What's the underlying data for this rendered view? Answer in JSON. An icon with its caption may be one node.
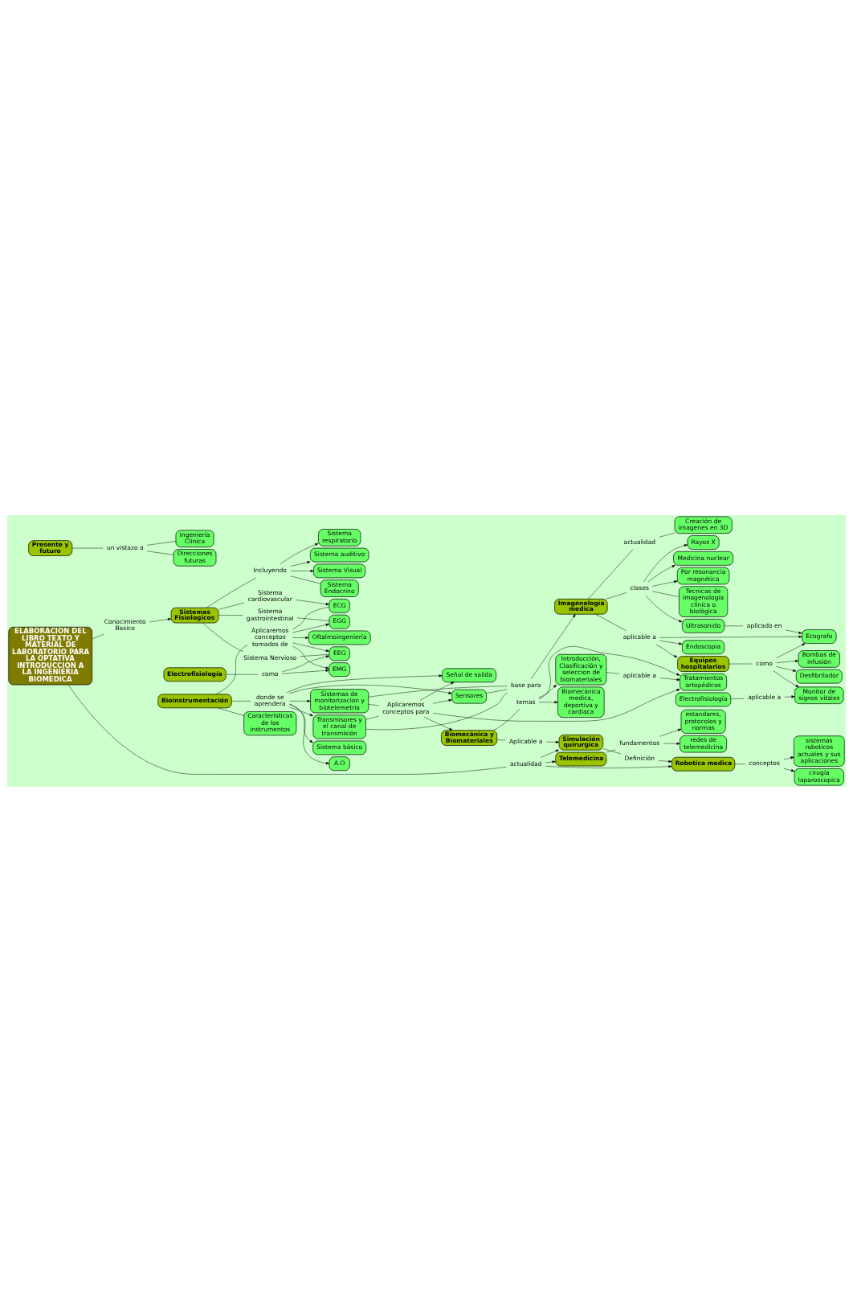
{
  "diagram": {
    "nodes": [
      {
        "text": [
          "ELABORACION DEL LIBRO TEXTO Y MATERIAL DE LABORATORIO PARA LA OPTATIVA INTRODUCCION A LA INGENIERIA BIOMEDICA"
        ]
      },
      {
        "text": [
          "Conocimiento Basico"
        ]
      },
      {
        "text": [
          "Sistemas Fisiologicos"
        ]
      },
      {
        "text": [
          "Sistema Nervioso"
        ]
      },
      {
        "text": [
          "Sistema gastrointestinal"
        ]
      },
      {
        "text": [
          "Sistema cardiovascular"
        ]
      },
      {
        "text": [
          "EEG"
        ]
      },
      {
        "text": [
          "EGG"
        ]
      },
      {
        "text": [
          "ECG"
        ]
      },
      {
        "text": [
          "Incluyendo"
        ]
      },
      {
        "text": [
          "Sistema respiratorio"
        ]
      },
      {
        "text": [
          "Sistema auditivo"
        ]
      },
      {
        "text": [
          "Sistema Visual"
        ]
      },
      {
        "text": [
          "Sistema Endocrino"
        ]
      },
      {
        "text": [
          "Electrofisiología"
        ]
      },
      {
        "text": [
          "como"
        ]
      },
      {
        "text": [
          "EMG"
        ]
      },
      {
        "text": [
          "Aplicaremos conceptos tomados de"
        ]
      },
      {
        "text": [
          "Oftalmoingeniería"
        ]
      },
      {
        "text": [
          "Bioinstrumentación"
        ]
      },
      {
        "text": [
          "donde se aprendera"
        ]
      },
      {
        "text": [
          "Sistema básico"
        ]
      },
      {
        "text": [
          "A.O"
        ]
      },
      {
        "text": [
          "Señal de salida"
        ]
      },
      {
        "text": [
          "Transmisores y el canal de transmisión"
        ]
      },
      {
        "text": [
          "Sensores"
        ]
      },
      {
        "text": [
          "Sistemas de monitorizacion y biotelemetría"
        ]
      },
      {
        "text": [
          "Características de los instrumentos"
        ]
      },
      {
        "text": [
          "Aplicaremos conceptos para"
        ]
      },
      {
        "text": [
          "Biomecánica y Biomateriales"
        ]
      },
      {
        "text": [
          "temas"
        ]
      },
      {
        "text": [
          "Introducción, Clasificación y seleccion de biomateriales"
        ]
      },
      {
        "text": [
          "Biomecánica medica, deportiva y cardiaca"
        ]
      },
      {
        "text": [
          "Tratamientos ortopédicos"
        ]
      },
      {
        "text": [
          "aplicable a"
        ]
      },
      {
        "text": [
          "Aplicable a"
        ]
      },
      {
        "text": [
          "base para"
        ]
      },
      {
        "text": [
          "Imagenología medica"
        ]
      },
      {
        "text": [
          "actualidad"
        ]
      },
      {
        "text": [
          "Creación de imagenes en 3D"
        ]
      },
      {
        "text": [
          "clases"
        ]
      },
      {
        "text": [
          "Tecnicas de imagenología clínica o biológica"
        ]
      },
      {
        "text": [
          "Ultrasonido"
        ]
      },
      {
        "text": [
          "Rayos X"
        ]
      },
      {
        "text": [
          "Medicina nuclear"
        ]
      },
      {
        "text": [
          "Por resonancia magnética"
        ]
      },
      {
        "text": [
          "aplicable a"
        ]
      },
      {
        "text": [
          "Endoscopia"
        ]
      },
      {
        "text": [
          "Ecografo"
        ]
      },
      {
        "text": [
          "Equipos hospitalarios"
        ]
      },
      {
        "text": [
          "como"
        ]
      },
      {
        "text": [
          "Bombas de infusión"
        ]
      },
      {
        "text": [
          "Desfibrilador"
        ]
      },
      {
        "text": [
          "Monitor de signos vitales"
        ]
      },
      {
        "text": [
          "Electrofisiología"
        ]
      },
      {
        "text": [
          "aplicable a"
        ]
      },
      {
        "text": [
          "aplicado en"
        ]
      },
      {
        "text": [
          "Simulación quirurgica"
        ]
      },
      {
        "text": [
          "Definición"
        ]
      },
      {
        "text": [
          "Robotica medica"
        ]
      },
      {
        "text": [
          "conceptos"
        ]
      },
      {
        "text": [
          "sistemas roboticos actuales y sus aplicaciones"
        ]
      },
      {
        "text": [
          "cirugia laparoscopica"
        ]
      },
      {
        "text": [
          "actualidad"
        ]
      },
      {
        "text": [
          "Telemedicina"
        ]
      },
      {
        "text": [
          "fundamentos"
        ]
      },
      {
        "text": [
          "estandares, protocolos y normas"
        ]
      },
      {
        "text": [
          "redes de telemedicina"
        ]
      },
      {
        "text": [
          "Presente y futuro"
        ]
      },
      {
        "text": [
          "un vistazo a"
        ]
      },
      {
        "text": [
          "Ingeniería Clínica"
        ]
      },
      {
        "text": [
          "Direcciones futuras"
        ]
      }
    ],
    "edges": [
      {
        "from": 0,
        "to": 1,
        "arrow": "none"
      },
      {
        "from": 1,
        "to": 2,
        "arrow": "to"
      },
      {
        "from": 2,
        "to": 3,
        "arrow": "none"
      },
      {
        "from": 3,
        "to": 6,
        "arrow": "none"
      },
      {
        "from": 2,
        "to": 4,
        "arrow": "none"
      },
      {
        "from": 4,
        "to": 7,
        "arrow": "none"
      },
      {
        "from": 2,
        "to": 5,
        "arrow": "none"
      },
      {
        "from": 5,
        "to": 8,
        "arrow": "to"
      },
      {
        "from": 2,
        "to": 9,
        "arrow": "none"
      },
      {
        "from": 9,
        "to": 10,
        "arrow": "to"
      },
      {
        "from": 9,
        "to": 11,
        "arrow": "to"
      },
      {
        "from": 9,
        "to": 12,
        "arrow": "to"
      },
      {
        "from": 9,
        "to": 13,
        "arrow": "none"
      },
      {
        "from": 14,
        "to": 15,
        "arrow": "none"
      },
      {
        "from": 15,
        "to": 16,
        "arrow": "to"
      },
      {
        "from": 15,
        "to": 6,
        "arrow": "to"
      },
      {
        "from": 19,
        "to": 17,
        "arrow": "none"
      },
      {
        "from": 17,
        "to": 16,
        "arrow": "to"
      },
      {
        "from": 17,
        "to": 6,
        "arrow": "to"
      },
      {
        "from": 17,
        "to": 7,
        "arrow": "to"
      },
      {
        "from": 17,
        "to": 8,
        "arrow": "none"
      },
      {
        "from": 17,
        "to": 18,
        "arrow": "to"
      },
      {
        "from": 19,
        "to": 20,
        "arrow": "none"
      },
      {
        "from": 20,
        "to": 21,
        "arrow": "to"
      },
      {
        "from": 20,
        "to": 22,
        "arrow": "to"
      },
      {
        "from": 20,
        "to": 23,
        "arrow": "to"
      },
      {
        "from": 20,
        "to": 24,
        "arrow": "to"
      },
      {
        "from": 20,
        "to": 25,
        "arrow": "to"
      },
      {
        "from": 20,
        "to": 26,
        "arrow": "to"
      },
      {
        "from": 19,
        "to": 27,
        "arrow": "none"
      },
      {
        "from": 24,
        "to": 28,
        "arrow": "none"
      },
      {
        "from": 26,
        "to": 28,
        "arrow": "none"
      },
      {
        "from": 28,
        "to": 25,
        "arrow": "to"
      },
      {
        "from": 28,
        "to": 23,
        "arrow": "to"
      },
      {
        "from": 28,
        "to": 33,
        "arrow": "to"
      },
      {
        "from": 28,
        "to": 29,
        "arrow": "to"
      },
      {
        "from": 29,
        "to": 30,
        "arrow": "none"
      },
      {
        "from": 30,
        "to": 31,
        "arrow": "to"
      },
      {
        "from": 30,
        "to": 32,
        "arrow": "to"
      },
      {
        "from": 30,
        "to": 33,
        "arrow": "to"
      },
      {
        "from": 31,
        "to": 34,
        "arrow": "none"
      },
      {
        "from": 34,
        "to": 33,
        "arrow": "to"
      },
      {
        "from": 29,
        "to": 35,
        "arrow": "none"
      },
      {
        "from": 35,
        "to": 57,
        "arrow": "to"
      },
      {
        "from": 26,
        "to": 36,
        "arrow": "none"
      },
      {
        "from": 25,
        "to": 36,
        "arrow": "none"
      },
      {
        "from": 24,
        "to": 36,
        "arrow": "none"
      },
      {
        "from": 36,
        "to": 37,
        "arrow": "to"
      },
      {
        "from": 37,
        "to": 38,
        "arrow": "none"
      },
      {
        "from": 38,
        "to": 39,
        "arrow": "none"
      },
      {
        "from": 37,
        "to": 40,
        "arrow": "none"
      },
      {
        "from": 40,
        "to": 41,
        "arrow": "none"
      },
      {
        "from": 40,
        "to": 42,
        "arrow": "to"
      },
      {
        "from": 40,
        "to": 43,
        "arrow": "to"
      },
      {
        "from": 40,
        "to": 44,
        "arrow": "to"
      },
      {
        "from": 40,
        "to": 45,
        "arrow": "to"
      },
      {
        "from": 37,
        "to": 46,
        "arrow": "none"
      },
      {
        "from": 46,
        "to": 47,
        "arrow": "to"
      },
      {
        "from": 46,
        "to": 48,
        "arrow": "to"
      },
      {
        "from": 46,
        "to": 49,
        "arrow": "to"
      },
      {
        "from": 49,
        "to": 50,
        "arrow": "none"
      },
      {
        "from": 50,
        "to": 48,
        "arrow": "to"
      },
      {
        "from": 50,
        "to": 51,
        "arrow": "to"
      },
      {
        "from": 50,
        "to": 52,
        "arrow": "to"
      },
      {
        "from": 50,
        "to": 53,
        "arrow": "to"
      },
      {
        "from": 54,
        "to": 55,
        "arrow": "none"
      },
      {
        "from": 55,
        "to": 53,
        "arrow": "to"
      },
      {
        "from": 42,
        "to": 56,
        "arrow": "none"
      },
      {
        "from": 56,
        "to": 48,
        "arrow": "to"
      },
      {
        "from": 0,
        "to": 63,
        "arrow": "none"
      },
      {
        "from": 63,
        "to": 57,
        "arrow": "to"
      },
      {
        "from": 63,
        "to": 59,
        "arrow": "to"
      },
      {
        "from": 63,
        "to": 64,
        "arrow": "to"
      },
      {
        "from": 57,
        "to": 58,
        "arrow": "none"
      },
      {
        "from": 58,
        "to": 59,
        "arrow": "to"
      },
      {
        "from": 59,
        "to": 60,
        "arrow": "none"
      },
      {
        "from": 60,
        "to": 61,
        "arrow": "to"
      },
      {
        "from": 60,
        "to": 62,
        "arrow": "to"
      },
      {
        "from": 64,
        "to": 65,
        "arrow": "none"
      },
      {
        "from": 65,
        "to": 66,
        "arrow": "to"
      },
      {
        "from": 65,
        "to": 67,
        "arrow": "to"
      },
      {
        "from": 68,
        "to": 69,
        "arrow": "none"
      },
      {
        "from": 69,
        "to": 70,
        "arrow": "none"
      },
      {
        "from": 69,
        "to": 71,
        "arrow": "none"
      }
    ]
  }
}
